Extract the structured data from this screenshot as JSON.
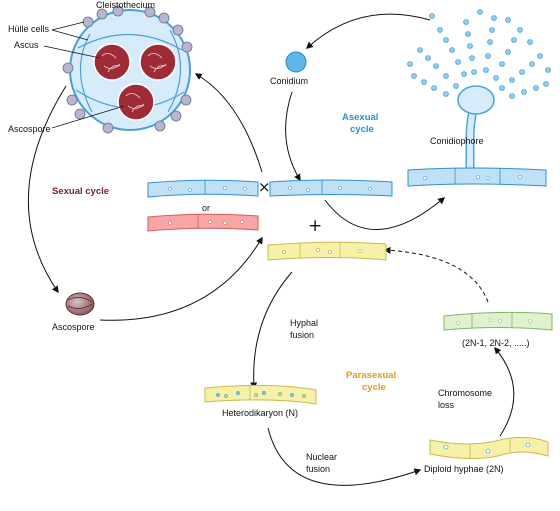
{
  "labels": {
    "cleistothecium": "Cleistothecium",
    "hulle_cells": "Hülle cells",
    "ascus": "Ascus",
    "ascospore_top": "Ascospore",
    "ascospore_bottom": "Ascospore",
    "conidium": "Conidium",
    "conidiophore": "Conidiophore",
    "or": "or",
    "hyphal_fusion_1": "Hyphal",
    "hyphal_fusion_2": "fusion",
    "heterodikaryon": "Heterodikaryon (N)",
    "nuclear_fusion_1": "Nuclear",
    "nuclear_fusion_2": "fusion",
    "diploid": "Diploid hyphae (2N)",
    "chromosome_loss_1": "Chromosome",
    "chromosome_loss_2": "loss",
    "aneuploid": "(2N-1, 2N-2, .....)"
  },
  "cycles": {
    "sexual": "Sexual cycle",
    "asexual_1": "Asexual",
    "asexual_2": "cycle",
    "parasexual_1": "Parasexual",
    "parasexual_2": "cycle"
  },
  "symbols": {
    "cross": "×",
    "plus": "+"
  },
  "colors": {
    "sexual": "#7a1f22",
    "asexual": "#2f8fcf",
    "parasexual": "#e39a1d",
    "hypha_blue": "#bfe0f5",
    "hypha_red": "#f6a6a4",
    "hypha_yellow": "#f7f0a8",
    "hypha_green": "#def2cf",
    "ascus_red": "#9e2b35",
    "hulle": "#b6b7cf"
  }
}
